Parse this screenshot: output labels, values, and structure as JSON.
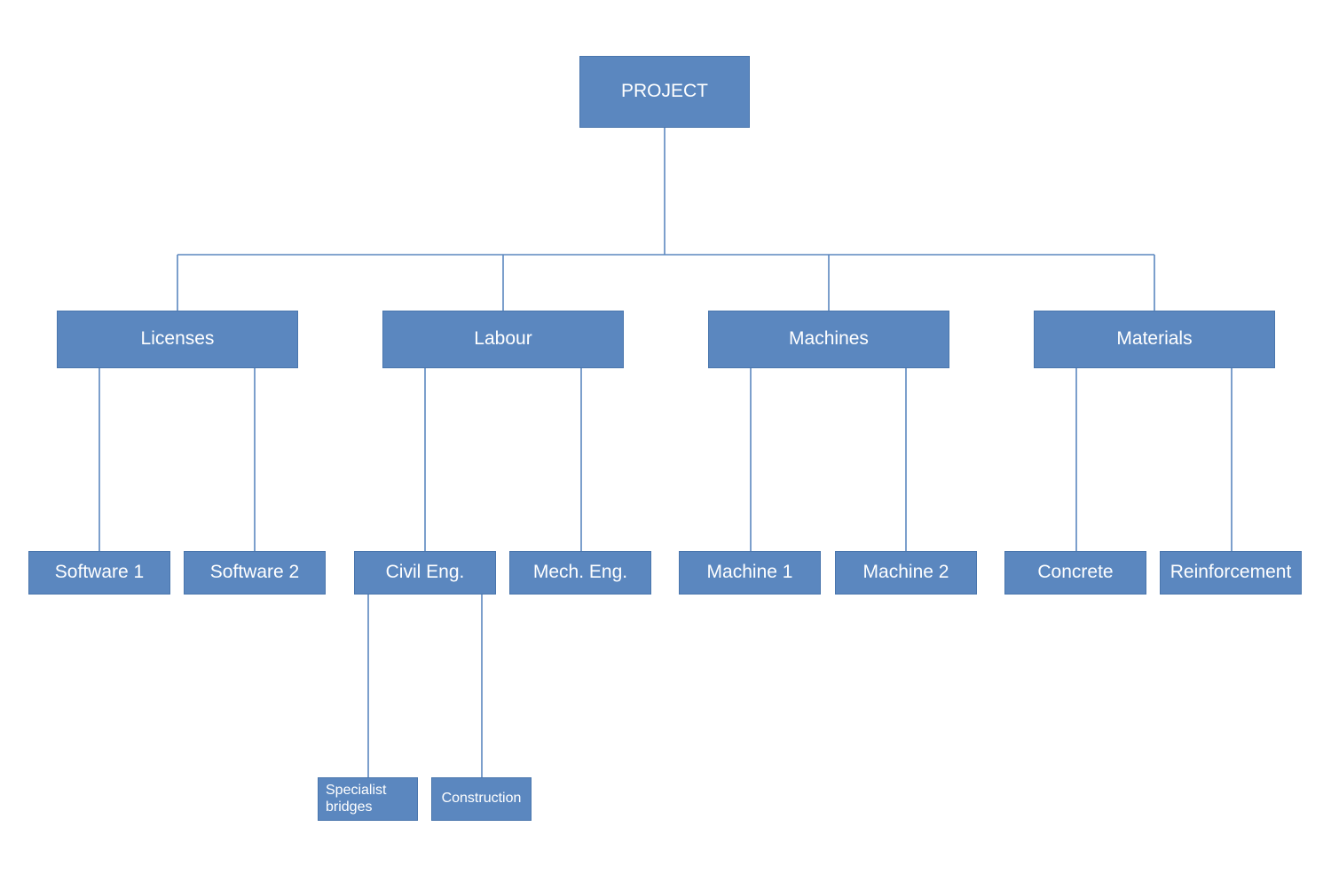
{
  "diagram": {
    "root": "PROJECT",
    "categories": [
      "Licenses",
      "Labour",
      "Machines",
      "Materials"
    ],
    "licenses_children": [
      "Software 1",
      "Software 2"
    ],
    "labour_children": [
      "Civil Eng.",
      "Mech. Eng."
    ],
    "machines_children": [
      "Machine 1",
      "Machine 2"
    ],
    "materials_children": [
      "Concrete",
      "Reinforcement"
    ],
    "civil_children": [
      "Specialist bridges",
      "Construction"
    ]
  },
  "colors": {
    "node_fill": "#5b87bf",
    "connector": "#5b87bf",
    "text": "#ffffff"
  }
}
